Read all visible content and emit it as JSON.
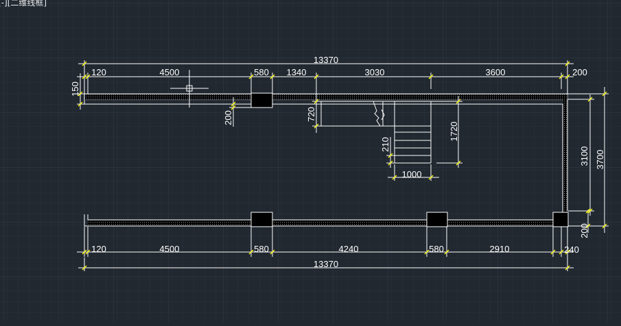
{
  "viewport": {
    "label": "[-][二维线框]",
    "background": "#212830",
    "grid_minor_color": "#2b323b",
    "grid_major_color": "#343c47",
    "wall_color": "#ffffff",
    "dimension_line_color": "#ffffff",
    "tick_color": "#ffff00",
    "column_fill": "#000000",
    "cursor_icon": "crosshair-pickbox-icon"
  },
  "dimensions": {
    "top_overall": "13370",
    "top_segments": [
      "120",
      "4500",
      "580",
      "1340",
      "3030",
      "3600",
      "200"
    ],
    "bottom_segments": [
      "120",
      "4500",
      "580",
      "4240",
      "580",
      "2910",
      "240"
    ],
    "bottom_overall": "13370",
    "left_top": "150",
    "column_offset": "200",
    "stair_landing": "720",
    "stair_height": "1720",
    "stair_step": "210",
    "stair_width": "1000",
    "right_inner": "3100",
    "right_outer": "3700",
    "right_bottom": "200"
  }
}
